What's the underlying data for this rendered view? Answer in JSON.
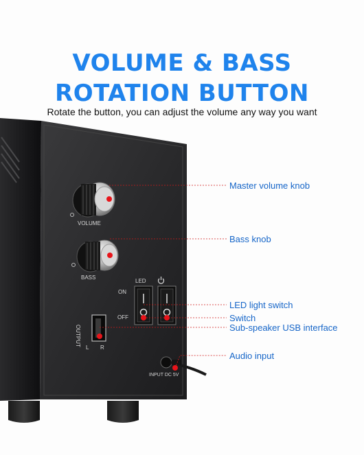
{
  "heading": {
    "line1": "VOLUME & BASS",
    "line2": "ROTATION BUTTON",
    "subtitle": "Rotate the button, you can adjust the volume any way you want"
  },
  "callouts": [
    {
      "id": "master",
      "label": "Master volume knob"
    },
    {
      "id": "bass",
      "label": "Bass knob"
    },
    {
      "id": "led",
      "label": "LED light switch"
    },
    {
      "id": "switch",
      "label": "Switch"
    },
    {
      "id": "usb",
      "label": "Sub-speaker USB interface"
    },
    {
      "id": "audio",
      "label": "Audio input"
    }
  ],
  "panel_labels": {
    "volume": "VOLUME",
    "bass": "BASS",
    "led": "LED",
    "on": "ON",
    "off": "OFF",
    "output": "OUTPUT",
    "l": "L",
    "r": "R",
    "input": "INPUT DC 5V"
  },
  "colors": {
    "title": "#1f83ec",
    "callout_text": "#1565c8",
    "marker": "#e8141a",
    "panel": "#262628"
  }
}
